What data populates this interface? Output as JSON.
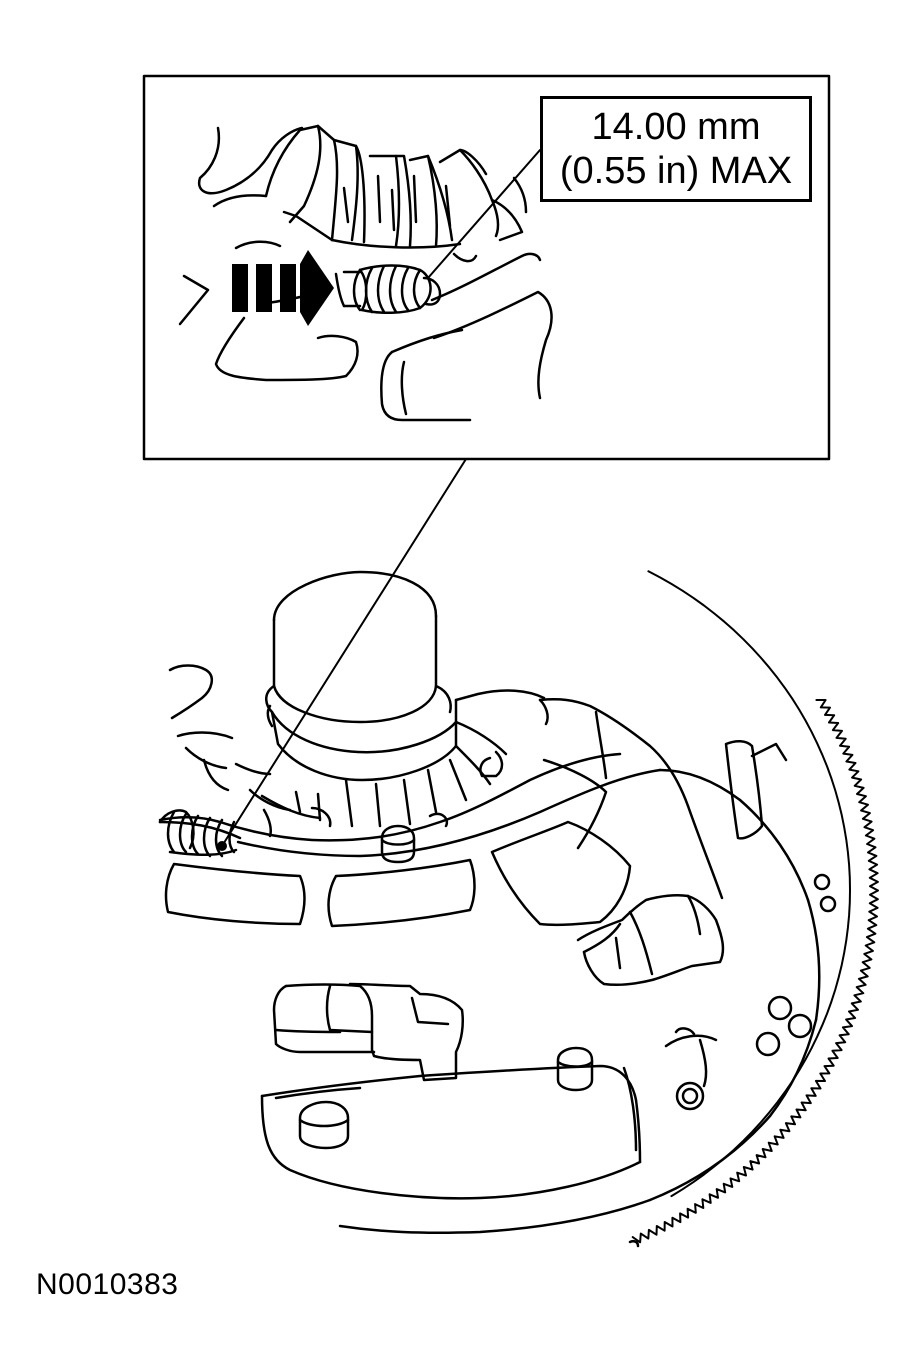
{
  "callout": {
    "line1": "14.00 mm",
    "line2": "(0.55 in) MAX"
  },
  "figure_id": "N0010383"
}
